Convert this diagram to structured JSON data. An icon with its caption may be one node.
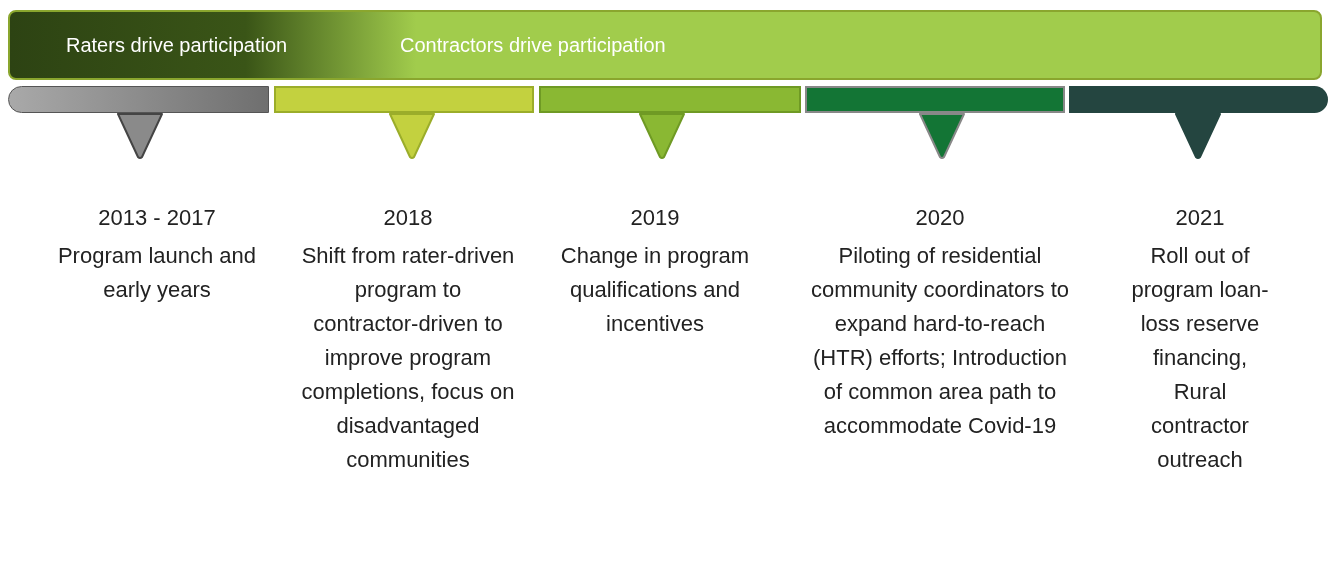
{
  "diagram": {
    "nodes": [
      {
        "text": [
          "Raters drive participation",
          "Contractors drive participation"
        ]
      },
      {
        "text": [],
        "shape": "bar",
        "beside": [
          "2013 - 2017",
          "Program launch and early years"
        ]
      },
      {
        "text": [],
        "shape": "bar",
        "beside": [
          "2018",
          "Shift from rater-driven program to contractor-driven to improve program completions, focus on disadvantaged communities"
        ]
      },
      {
        "text": [],
        "shape": "bar",
        "beside": [
          "2019",
          "Change in program qualifications and incentives"
        ]
      },
      {
        "text": [],
        "shape": "bar",
        "beside": [
          "2020",
          "Piloting of residential community coordinators to expand hard-to-reach (HTR) efforts; Introduction of common area path to accommodate Covid-19"
        ]
      },
      {
        "text": [],
        "shape": "bar",
        "beside": [
          "2021",
          "Roll out of program loan-loss reserve financing, Rural contractor outreach"
        ]
      }
    ]
  }
}
